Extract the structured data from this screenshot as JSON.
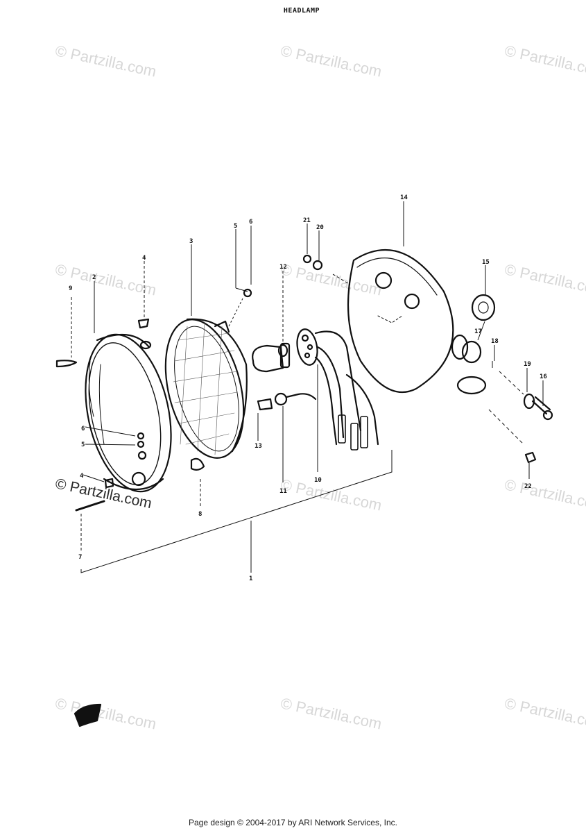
{
  "page": {
    "title": "HEADLAMP"
  },
  "watermark": {
    "text": "© Partzilla.com"
  },
  "footer": {
    "text": "Page design © 2004-2017 by ARI Network Services, Inc."
  },
  "callouts": {
    "c1": "1",
    "c2": "2",
    "c3": "3",
    "c4": "4",
    "c5": "5",
    "c6": "6",
    "c7": "7",
    "c8": "8",
    "c9": "9",
    "c10": "10",
    "c11": "11",
    "c12": "12",
    "c13": "13",
    "c14": "14",
    "c15": "15",
    "c16": "16",
    "c17": "17",
    "c18": "18",
    "c19": "19",
    "c20": "20",
    "c21": "21",
    "c22": "22"
  }
}
